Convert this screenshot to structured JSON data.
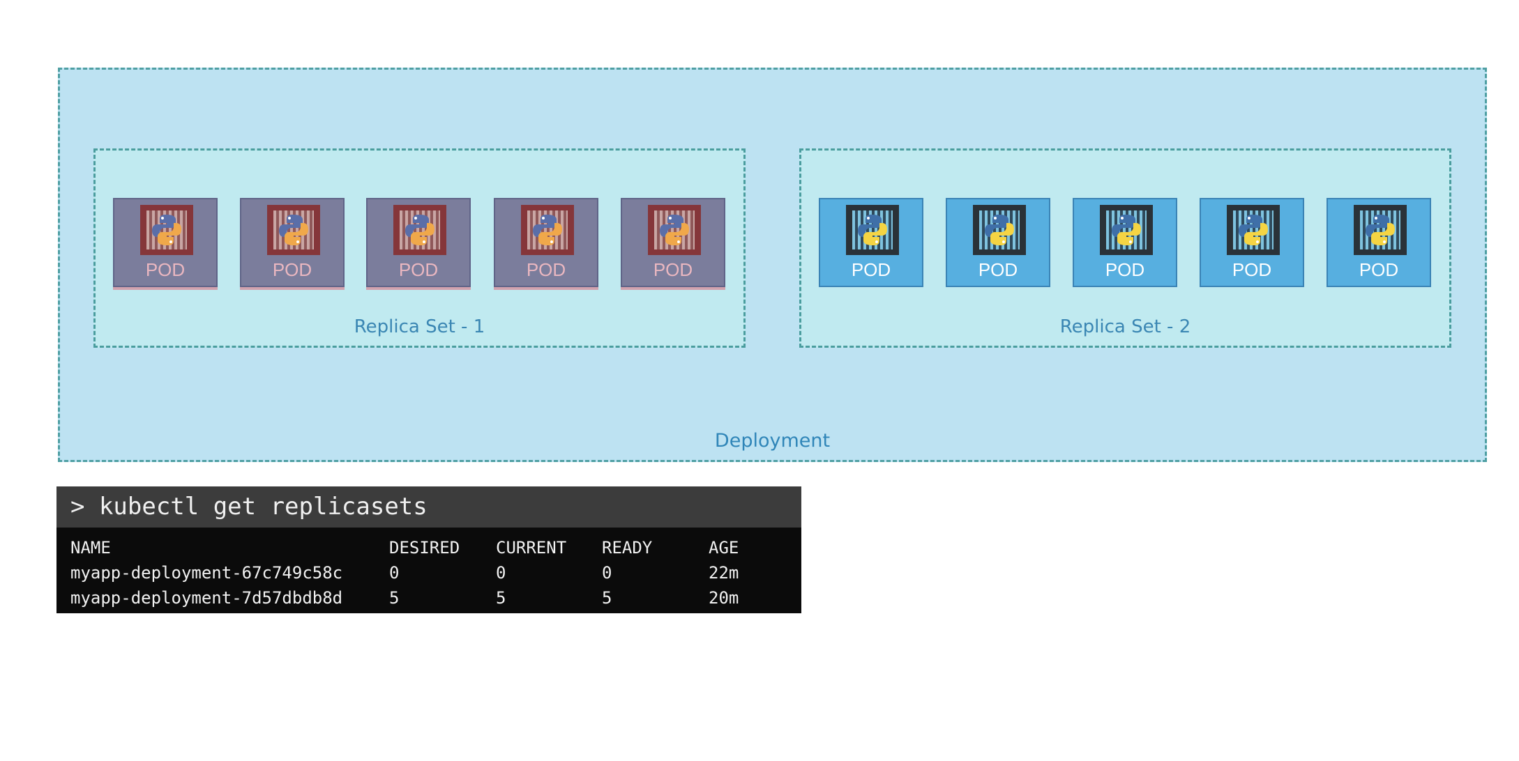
{
  "deployment": {
    "label": "Deployment",
    "replica_sets": [
      {
        "label": "Replica Set - 1",
        "state": "old",
        "pods": [
          {
            "label": "POD"
          },
          {
            "label": "POD"
          },
          {
            "label": "POD"
          },
          {
            "label": "POD"
          },
          {
            "label": "POD"
          }
        ]
      },
      {
        "label": "Replica Set - 2",
        "state": "new",
        "pods": [
          {
            "label": "POD"
          },
          {
            "label": "POD"
          },
          {
            "label": "POD"
          },
          {
            "label": "POD"
          },
          {
            "label": "POD"
          }
        ]
      }
    ]
  },
  "terminal": {
    "command": "> kubectl get replicasets",
    "columns": [
      "NAME",
      "DESIRED",
      "CURRENT",
      "READY",
      "AGE"
    ],
    "rows": [
      [
        "myapp-deployment-67c749c58c",
        "0",
        "0",
        "0",
        "22m"
      ],
      [
        "myapp-deployment-7d57dbdb8d",
        "5",
        "5",
        "5",
        "20m"
      ]
    ]
  },
  "colors": {
    "deployment_bg": "#bde2f2",
    "replicaset_bg": "#c0eaf0",
    "old_pod": "#7b7d9c",
    "new_pod": "#57afe0",
    "terminal_bg": "#0b0b0b",
    "terminal_header_bg": "#3c3c3c"
  },
  "icons": {
    "pod_icon": "python-container-icon"
  }
}
